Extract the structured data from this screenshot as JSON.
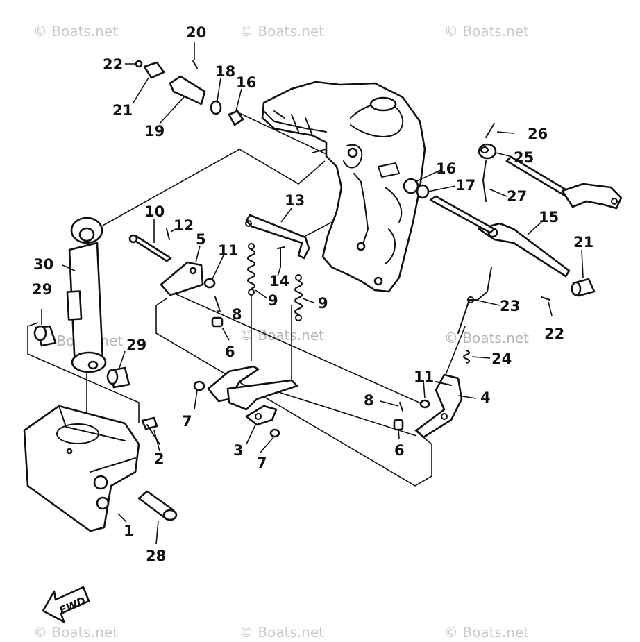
{
  "watermark": "© Boats.net",
  "fwd_label": "FWD",
  "callouts": {
    "c1": "1",
    "c2": "2",
    "c3": "3",
    "c4": "4",
    "c5": "5",
    "c6a": "6",
    "c6b": "6",
    "c7a": "7",
    "c7b": "7",
    "c8a": "8",
    "c8b": "8",
    "c9a": "9",
    "c9b": "9",
    "c10": "10",
    "c11a": "11",
    "c11b": "11",
    "c12": "12",
    "c13": "13",
    "c14": "14",
    "c15": "15",
    "c16a": "16",
    "c16b": "16",
    "c17": "17",
    "c18": "18",
    "c19": "19",
    "c20": "20",
    "c21a": "21",
    "c21b": "21",
    "c22a": "22",
    "c22b": "22",
    "c23": "23",
    "c24": "24",
    "c25": "25",
    "c26": "26",
    "c27": "27",
    "c28": "28",
    "c29a": "29",
    "c29b": "29",
    "c30": "30"
  }
}
